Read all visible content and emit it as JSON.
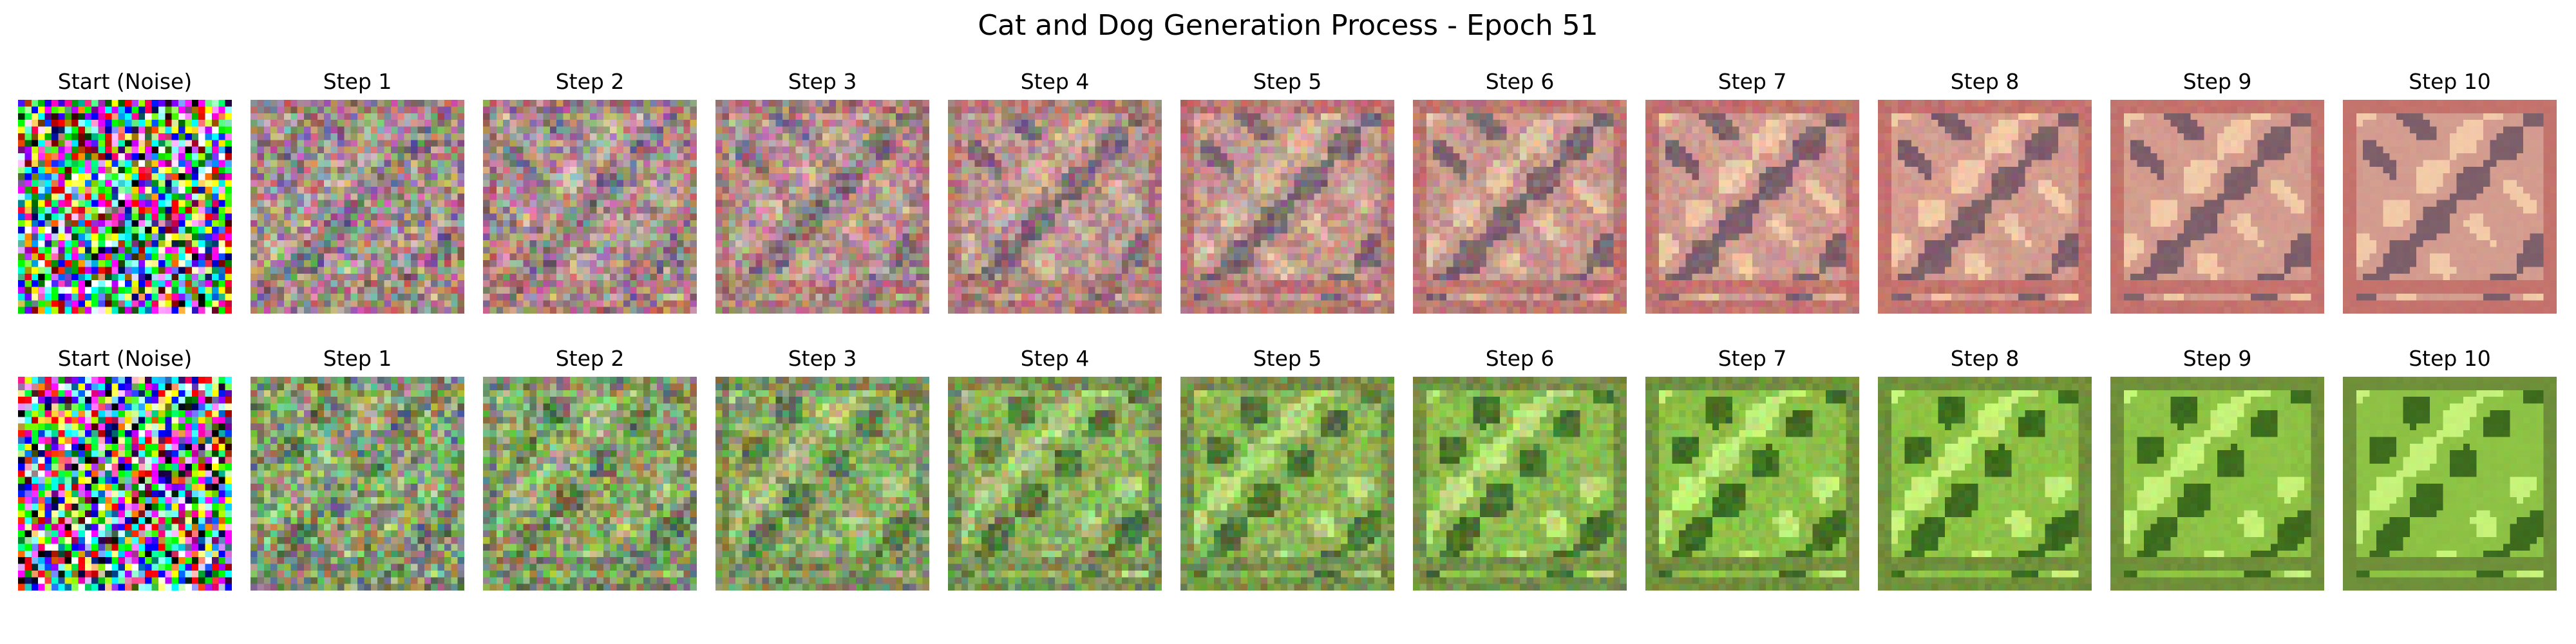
{
  "figure": {
    "title": "Cat and Dog Generation Process - Epoch 51"
  },
  "rows": [
    {
      "panels": [
        {
          "label": "Start (Noise)"
        },
        {
          "label": "Step 1"
        },
        {
          "label": "Step 2"
        },
        {
          "label": "Step 3"
        },
        {
          "label": "Step 4"
        },
        {
          "label": "Step 5"
        },
        {
          "label": "Step 6"
        },
        {
          "label": "Step 7"
        },
        {
          "label": "Step 8"
        },
        {
          "label": "Step 9"
        },
        {
          "label": "Step 10"
        }
      ],
      "palette": {
        "base": "#d39c8f",
        "border": "#c4736d",
        "shadow": "#7d5f6a",
        "highlight": "#f2caa8",
        "noisy": "#8d8a8c"
      }
    },
    {
      "panels": [
        {
          "label": "Start (Noise)"
        },
        {
          "label": "Step 1"
        },
        {
          "label": "Step 2"
        },
        {
          "label": "Step 3"
        },
        {
          "label": "Step 4"
        },
        {
          "label": "Step 5"
        },
        {
          "label": "Step 6"
        },
        {
          "label": "Step 7"
        },
        {
          "label": "Step 8"
        },
        {
          "label": "Step 9"
        },
        {
          "label": "Step 10"
        }
      ],
      "palette": {
        "base": "#8dc245",
        "border": "#6f8f3a",
        "shadow": "#3d6b1e",
        "highlight": "#c6f27a",
        "noisy": "#8b8f86"
      }
    }
  ]
}
